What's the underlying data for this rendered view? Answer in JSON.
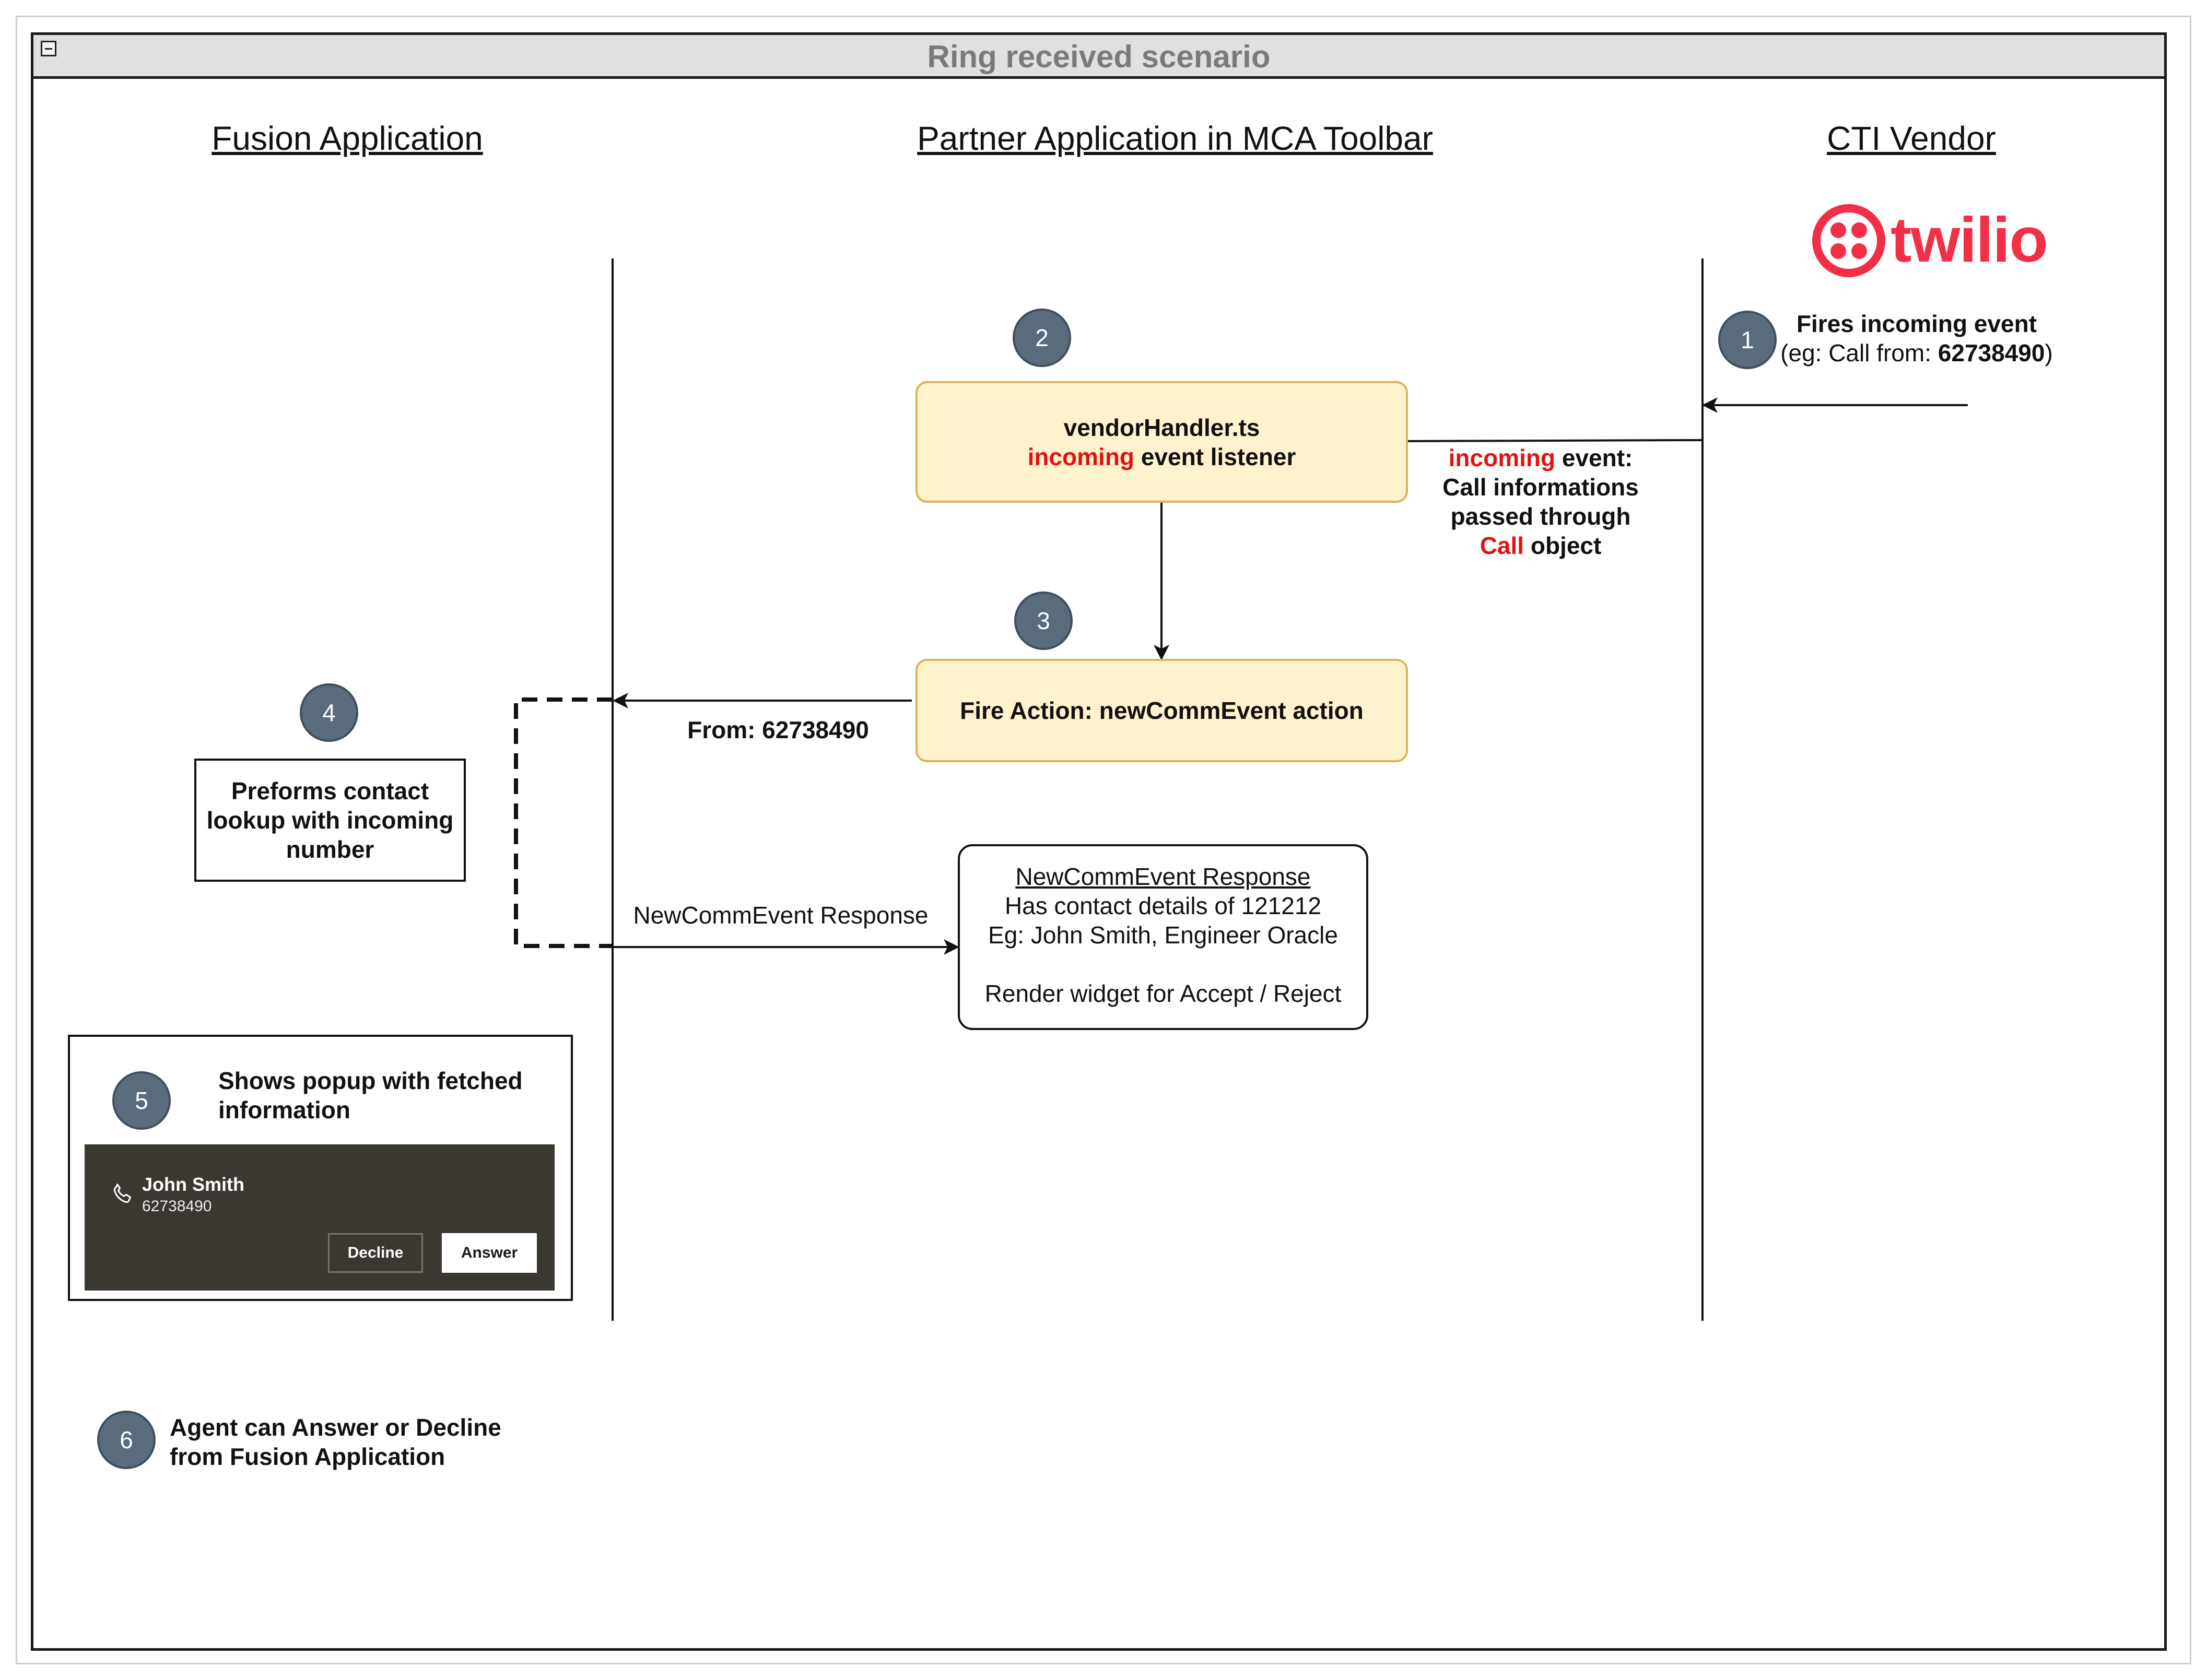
{
  "diagram": {
    "title": "Ring received scenario",
    "lanes": {
      "fusion": "Fusion Application",
      "partner": "Partner Application in MCA Toolbar",
      "cti": "CTI Vendor"
    },
    "vendor_logo": {
      "name": "twilio",
      "icon": "twilio-logo-icon",
      "color": "#f22f46"
    },
    "steps": [
      "1",
      "2",
      "3",
      "4",
      "5",
      "6"
    ],
    "step1": {
      "line1": "Fires incoming event",
      "line2_prefix": "(eg: Call from: ",
      "line2_number": "62738490",
      "line2_suffix": ")"
    },
    "vendor_handler": {
      "title": "vendorHandler.ts",
      "keyword": "incoming",
      "rest": " event listener"
    },
    "incoming_event_label": {
      "keyword": "incoming",
      "rest": " event:",
      "line2": "Call informations",
      "line3": "passed through",
      "call_keyword": "Call",
      "call_rest": " object"
    },
    "fire_action": "Fire Action: newCommEvent action",
    "from_label": "From: 62738490",
    "contact_lookup": [
      "Preforms contact",
      "lookup with incoming",
      "number"
    ],
    "response_label": "NewCommEvent Response",
    "response_box": {
      "title": "NewCommEvent Response",
      "line1": "Has contact details of 121212",
      "line2": "Eg: John Smith, Engineer Oracle",
      "line3": "Render widget for Accept / Reject"
    },
    "popup_note": [
      "Shows popup with fetched",
      "information"
    ],
    "popup": {
      "name": "John Smith",
      "number": "62738490",
      "decline": "Decline",
      "answer": "Answer"
    },
    "step6_text": [
      "Agent can Answer or Decline",
      "from Fusion Application"
    ],
    "colors": {
      "highlight_red": "#e01212",
      "yellow_fill": "#fff2cc",
      "yellow_border": "#d6b656",
      "step_fill": "#5a6b7c"
    }
  }
}
